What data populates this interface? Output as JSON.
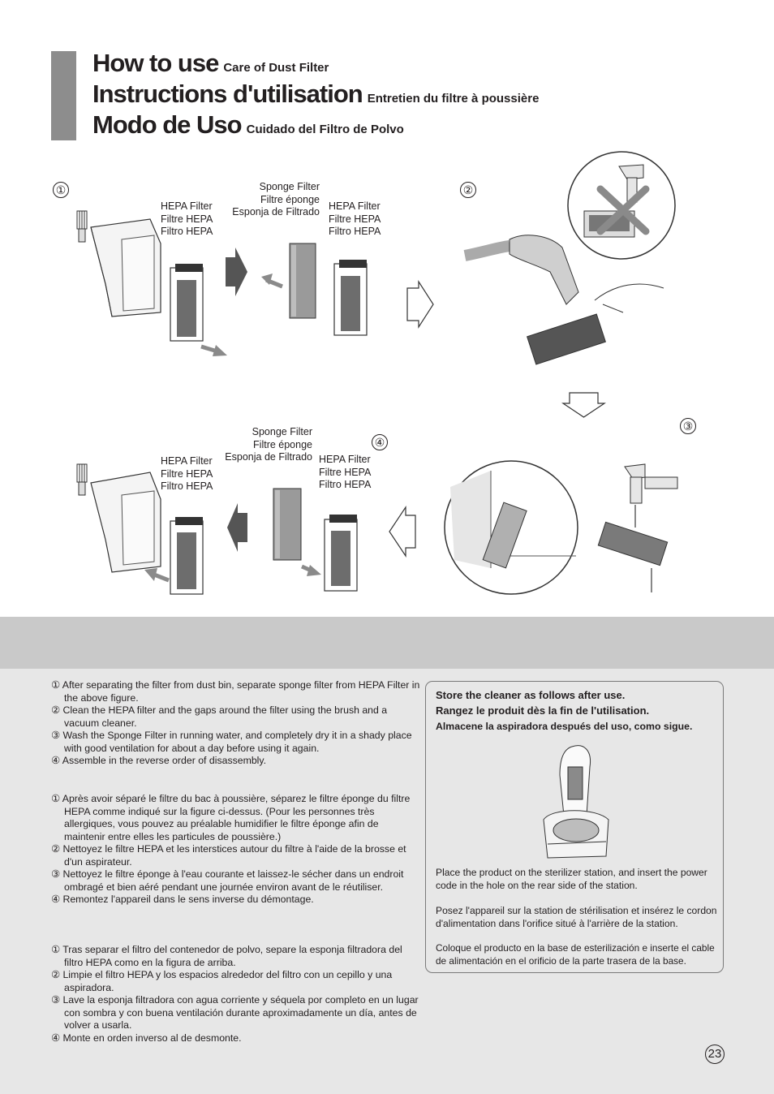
{
  "header": {
    "titles": [
      {
        "main": "How to use",
        "sub": "Care of Dust Filter"
      },
      {
        "main": "Instructions d'utilisation",
        "sub": "Entretien du filtre à poussière"
      },
      {
        "main": "Modo de Uso",
        "sub": "Cuidado del Filtro de Polvo"
      }
    ]
  },
  "figures": {
    "steps": [
      "①",
      "②",
      "③",
      "④"
    ],
    "hepa_label": [
      "HEPA Filter",
      "Filtre HEPA",
      "Filtro HEPA"
    ],
    "sponge_label": [
      "Sponge Filter",
      "Filtre éponge",
      "Esponja de Filtrado"
    ]
  },
  "instructions": {
    "en": [
      "① After separating the filter from dust bin, separate sponge filter from HEPA Filter in the above figure.",
      "② Clean the HEPA filter and the gaps around the filter using the brush and a vacuum cleaner.",
      "③ Wash the Sponge Filter in running water, and completely dry it in a shady place with good ventilation for about a day before using it again.",
      "④ Assemble in the reverse order of disassembly."
    ],
    "fr": [
      "① Après avoir séparé le filtre du bac à poussière, séparez le filtre éponge du filtre HEPA comme indiqué sur la figure ci-dessus. (Pour les personnes très allergiques, vous pouvez au préalable humidifier le filtre éponge afin de maintenir entre elles les particules de poussière.)",
      "② Nettoyez le filtre HEPA et les interstices autour du filtre à l'aide de la brosse et d'un aspirateur.",
      "③ Nettoyez le filtre éponge à l'eau courante et laissez-le sécher dans un endroit ombragé et bien aéré pendant une journée environ avant de le réutiliser.",
      "④ Remontez l'appareil dans le sens inverse du démontage."
    ],
    "es": [
      "① Tras separar el filtro del contenedor de polvo, separe la esponja filtradora del filtro HEPA como en la figura de arriba.",
      "② Limpie el filtro HEPA y los espacios alrededor del filtro con un cepillo y una aspiradora.",
      "③ Lave la esponja filtradora con agua corriente y séquela por completo en un lugar con sombra y con buena ventilación durante aproximadamente un día, antes de volver a usarla.",
      "④ Monte en orden inverso al de desmonte."
    ]
  },
  "storage_box": {
    "heading_en": "Store the cleaner as follows after use.",
    "heading_fr": "Rangez le produit dès la fin de l'utilisation.",
    "heading_es": "Almacene la aspiradora después del uso, como sigue.",
    "text_en": "Place the product on the sterilizer station, and insert the power code in the hole on the rear side of the station.",
    "text_fr": "Posez l'appareil sur la station de stérilisation et insérez le cordon d'alimentation dans l'orifice situé à l'arrière de la station.",
    "text_es": "Coloque el producto en la base de esterilización e inserte el cable de alimentación en el orificio de la parte trasera de la base."
  },
  "page_number": "23"
}
